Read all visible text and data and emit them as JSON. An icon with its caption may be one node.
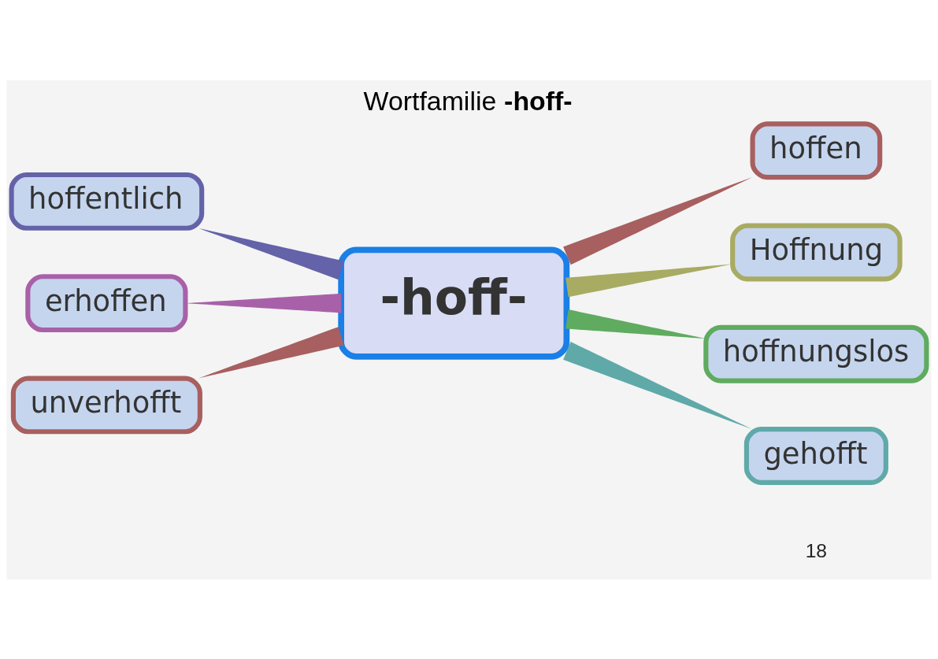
{
  "diagram": {
    "title": "Wortfamilie **-hoff-**",
    "nodes": [
      {
        "text": [
          "-hoff-"
        ]
      },
      {
        "text": [
          "hoffentlich"
        ]
      },
      {
        "text": [
          "erhoffen"
        ]
      },
      {
        "text": [
          "unverhofft"
        ]
      },
      {
        "text": [
          "hoffen"
        ]
      },
      {
        "text": [
          "Hoffnung"
        ]
      },
      {
        "text": [
          "hoffnungslos"
        ]
      },
      {
        "text": [
          "gehofft"
        ]
      }
    ],
    "edges": [
      {
        "from": 1,
        "to": 0,
        "arrow": "none",
        "color": "#6462a8"
      },
      {
        "from": 2,
        "to": 0,
        "arrow": "none",
        "color": "#a861a8"
      },
      {
        "from": 3,
        "to": 0,
        "arrow": "none",
        "color": "#a85f5f"
      },
      {
        "from": 0,
        "to": 4,
        "arrow": "none",
        "color": "#a85f5f"
      },
      {
        "from": 0,
        "to": 5,
        "arrow": "none",
        "color": "#a8ab62"
      },
      {
        "from": 0,
        "to": 6,
        "arrow": "none",
        "color": "#5fab5f"
      },
      {
        "from": 0,
        "to": 7,
        "arrow": "none",
        "color": "#5fa9a9"
      }
    ],
    "labels": [
      "18"
    ]
  }
}
